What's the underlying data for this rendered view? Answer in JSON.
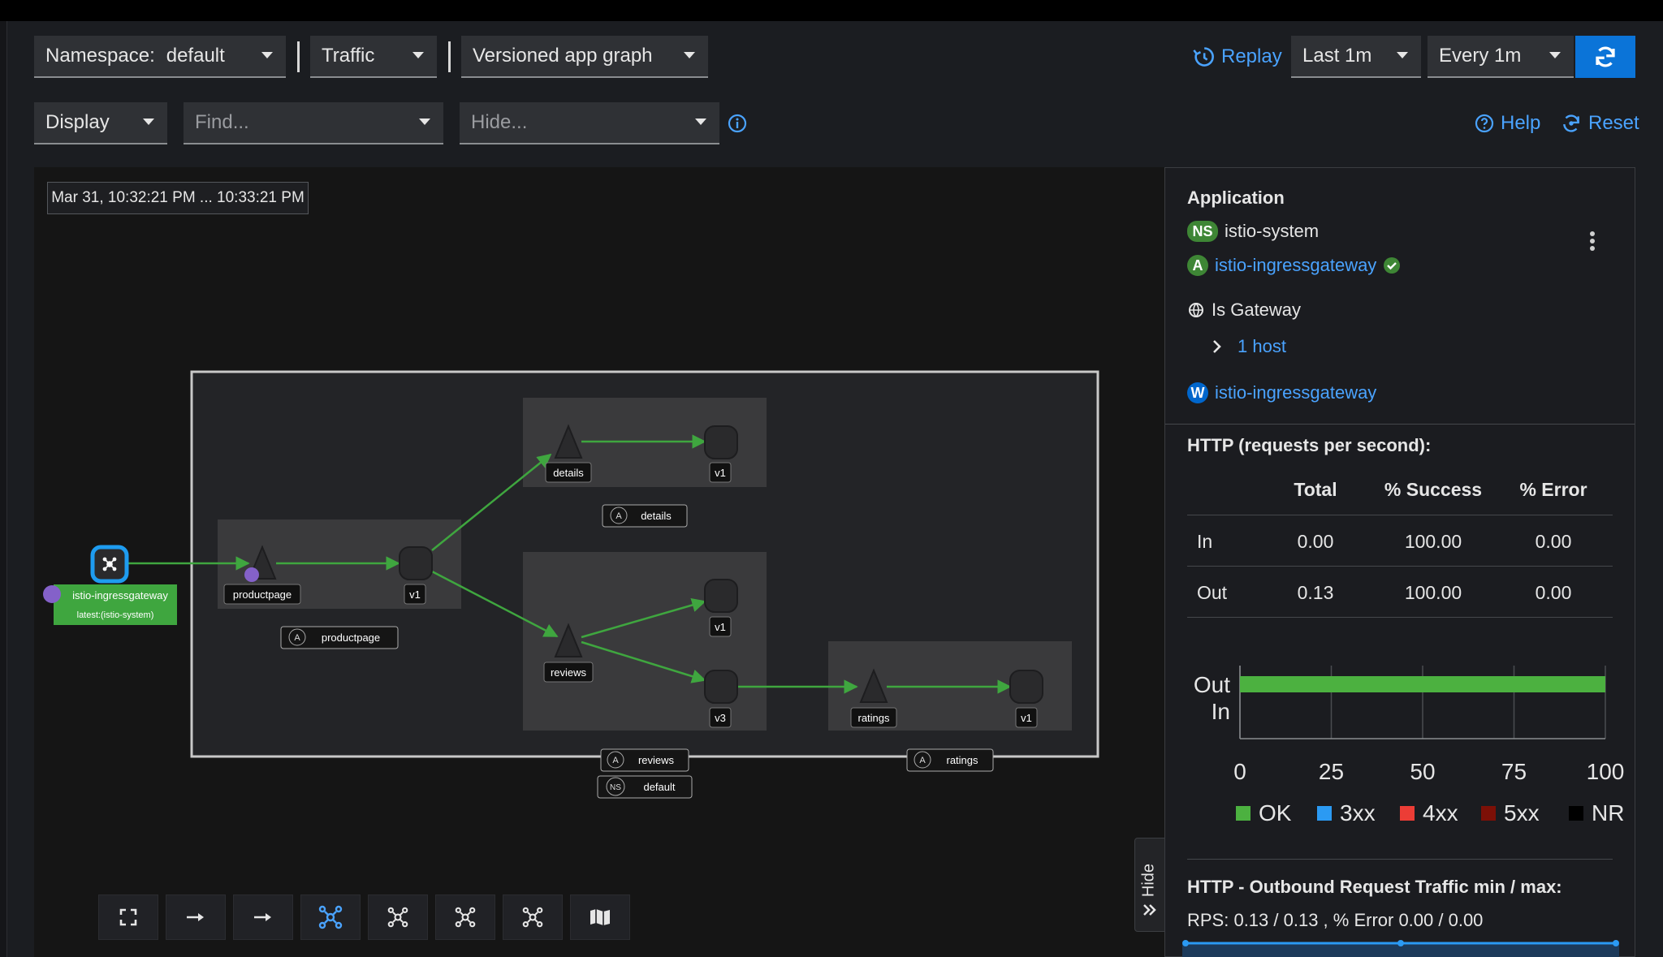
{
  "toolbar": {
    "namespace_label": "Namespace:",
    "namespace_value": "default",
    "traffic_label": "Traffic",
    "graph_type": "Versioned app graph",
    "replay_label": "Replay",
    "duration": "Last 1m",
    "refresh_interval": "Every 1m",
    "display_label": "Display",
    "find_placeholder": "Find...",
    "hide_placeholder": "Hide...",
    "help_label": "Help",
    "reset_label": "Reset"
  },
  "graph": {
    "time_range": "Mar 31, 10:32:21 PM ... 10:33:21 PM",
    "nodes": {
      "gateway_label": "istio-ingressgateway",
      "gateway_version": "latest:(istio-system)",
      "productpage": "productpage",
      "productpage_v": "v1",
      "details": "details",
      "details_v": "v1",
      "reviews": "reviews",
      "reviews_v1": "v1",
      "reviews_v3": "v3",
      "ratings": "ratings",
      "ratings_v": "v1"
    },
    "boxes": {
      "app_badge": "A",
      "ns_badge": "NS",
      "productpage": "productpage",
      "details": "details",
      "reviews": "reviews",
      "ratings": "ratings",
      "namespace": "default"
    },
    "hide_tab": "Hide"
  },
  "panel": {
    "heading": "Application",
    "ns_badge": "NS",
    "namespace": "istio-system",
    "app_badge": "A",
    "app_name": "istio-ingressgateway",
    "gateway_label": "Is Gateway",
    "hosts_link": "1 host",
    "workload_badge": "W",
    "workload_name": "istio-ingressgateway",
    "http_title": "HTTP (requests per second):",
    "table": {
      "headers": [
        "Total",
        "% Success",
        "% Error"
      ],
      "rows": [
        {
          "label": "In",
          "total": "0.00",
          "success": "100.00",
          "error": "0.00"
        },
        {
          "label": "Out",
          "total": "0.13",
          "success": "100.00",
          "error": "0.00"
        }
      ]
    },
    "outbound_title": "HTTP - Outbound Request Traffic min / max:",
    "outbound_stats": "RPS: 0.13 / 0.13 , % Error 0.00 / 0.00"
  },
  "chart_data": {
    "type": "bar",
    "orientation": "horizontal",
    "categories": [
      "Out",
      "In"
    ],
    "series": [
      {
        "name": "OK",
        "values": [
          100,
          0
        ],
        "color": "#4cb140"
      },
      {
        "name": "3xx",
        "values": [
          0,
          0
        ],
        "color": "#2b9af3"
      },
      {
        "name": "4xx",
        "values": [
          0,
          0
        ],
        "color": "#ec3d36"
      },
      {
        "name": "5xx",
        "values": [
          0,
          0
        ],
        "color": "#7d1007"
      },
      {
        "name": "NR",
        "values": [
          0,
          0
        ],
        "color": "#000000"
      }
    ],
    "xticks": [
      "0",
      "25",
      "50",
      "75",
      "100"
    ],
    "xlim": [
      0,
      100
    ],
    "stacked": true,
    "legend": "bottom",
    "grid": true
  }
}
